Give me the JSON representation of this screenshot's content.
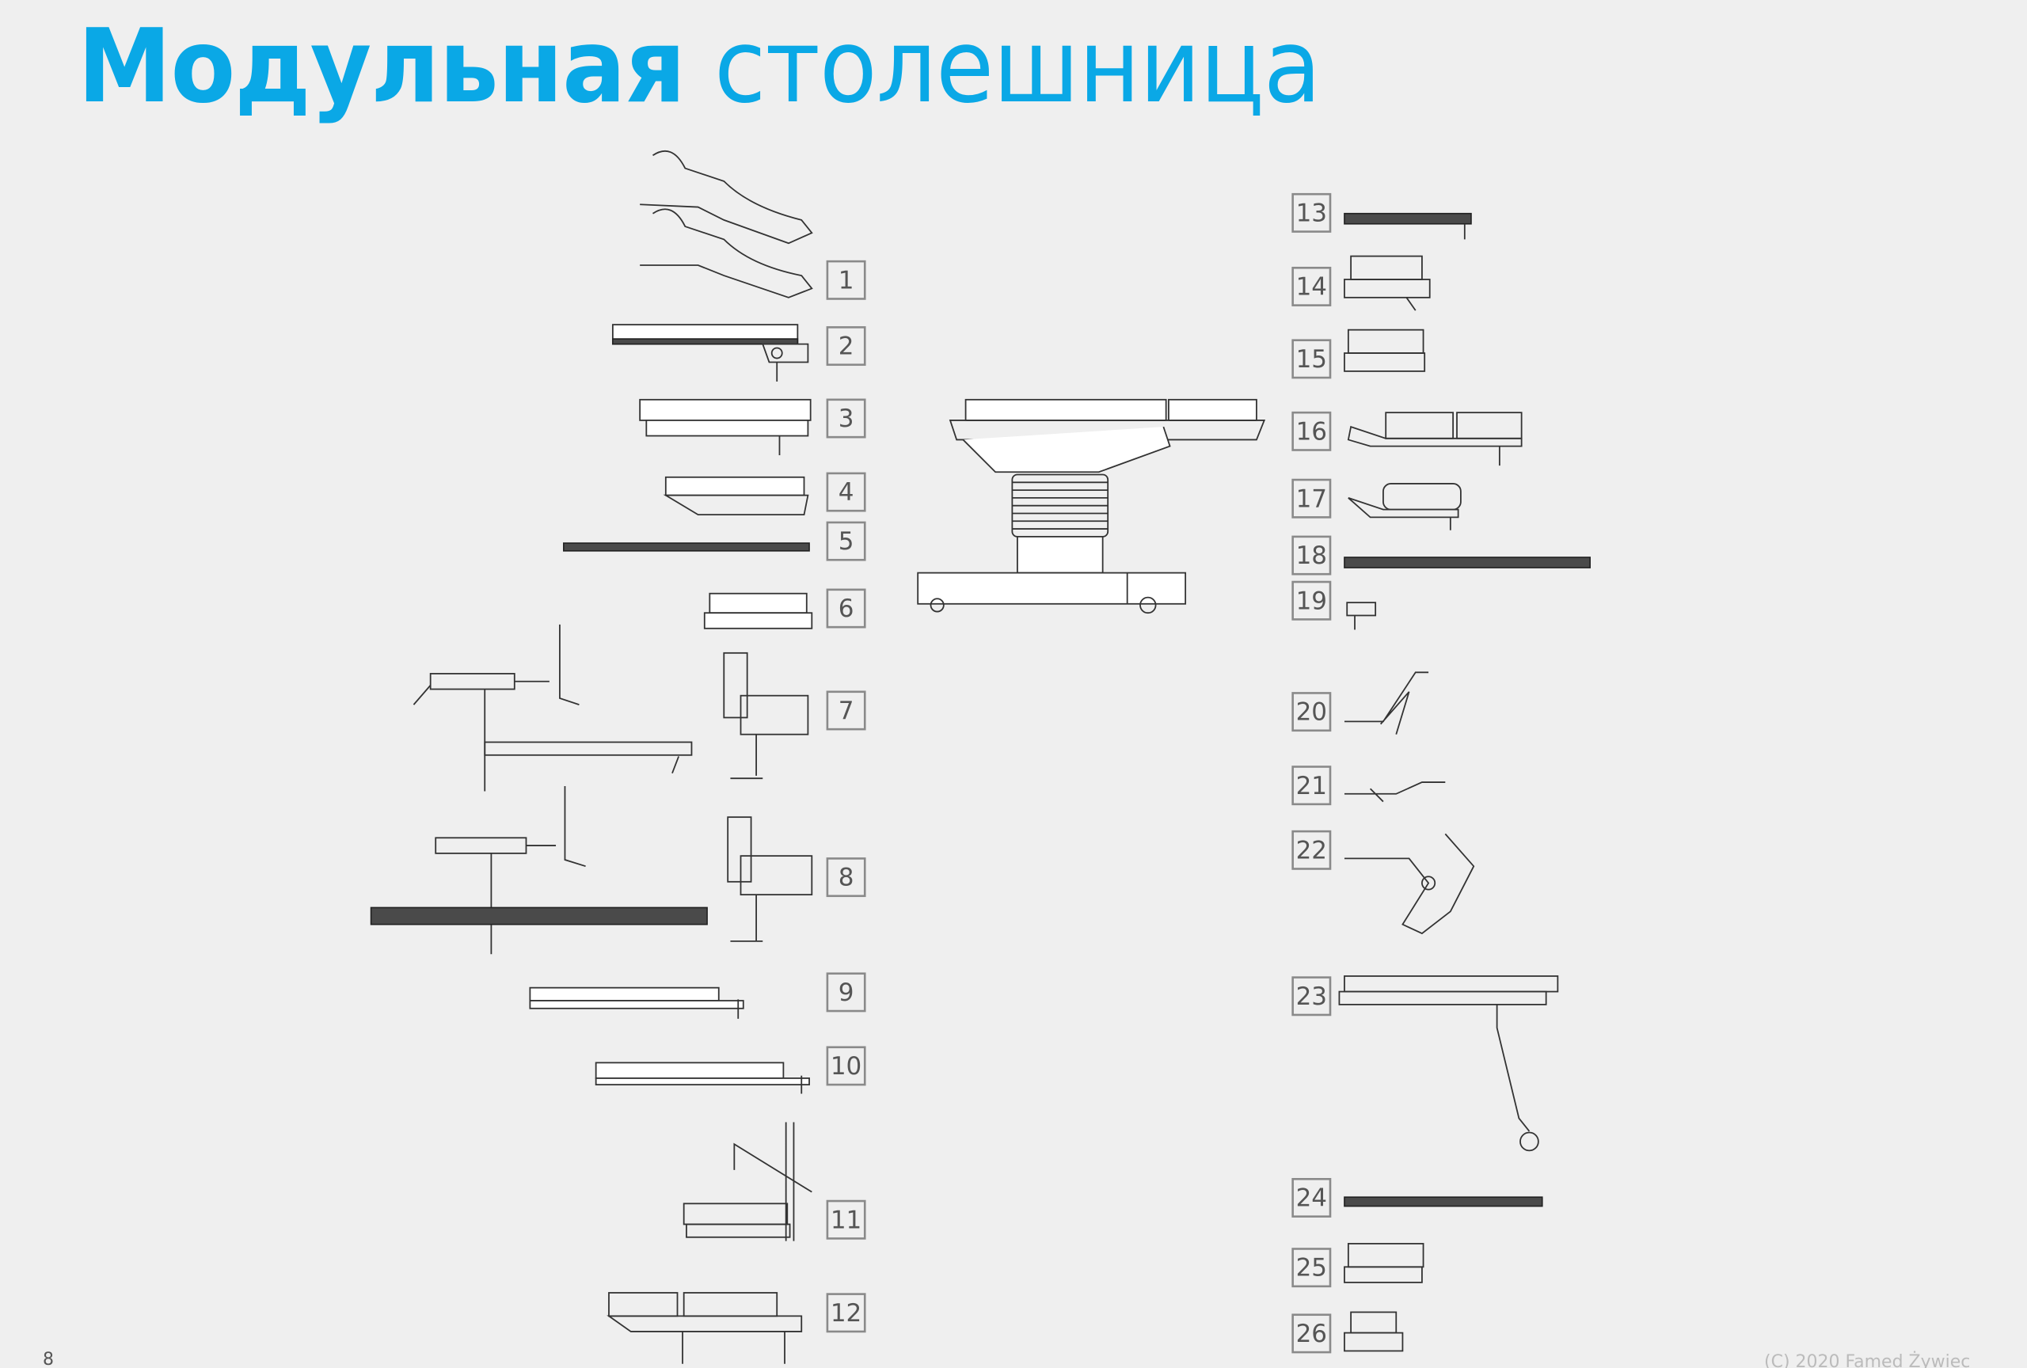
{
  "title": {
    "bold": "Модульная",
    "regular": "столешница"
  },
  "labels_left": [
    "1",
    "2",
    "3",
    "4",
    "5",
    "6",
    "7",
    "8",
    "9",
    "10",
    "11",
    "12"
  ],
  "labels_right": [
    "13",
    "14",
    "15",
    "16",
    "17",
    "18",
    "19",
    "20",
    "21",
    "22",
    "23",
    "24",
    "25",
    "26"
  ],
  "page_number": "8",
  "copyright": "(C) 2020 Famed Żywiec",
  "colors": {
    "title": "#0aa8e6",
    "background": "#efefef"
  }
}
